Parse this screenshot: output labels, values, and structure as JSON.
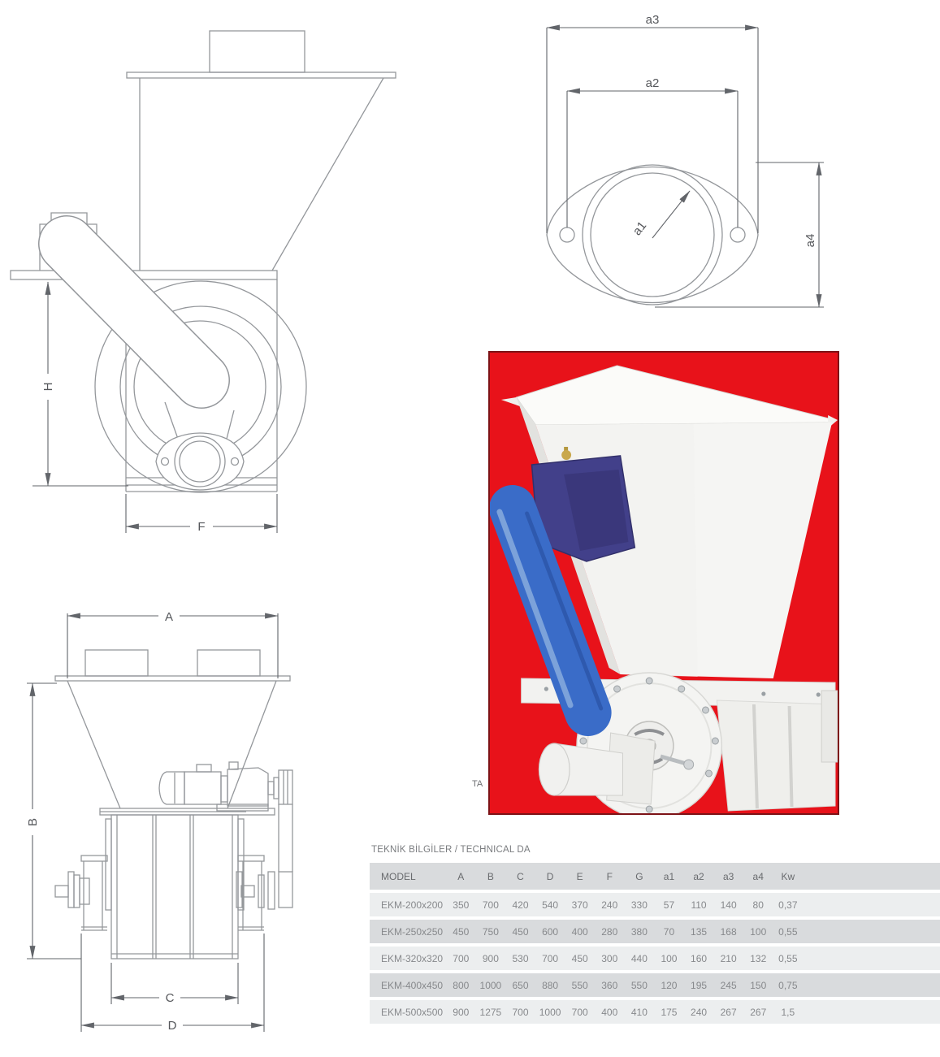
{
  "drawings": {
    "side_view": {
      "h_label": "H",
      "f_label": "F"
    },
    "front_view": {
      "a_label": "A",
      "b_label": "B",
      "c_label": "C",
      "d_label": "D"
    },
    "flange_view": {
      "a1_label": "a1",
      "a2_label": "a2",
      "a3_label": "a3",
      "a4_label": "a4"
    }
  },
  "photo": {
    "side_caption": "TA",
    "colors": {
      "background": "#e8121a",
      "border": "#7d1216",
      "belt_guard_blue": "#3a6cc8",
      "motor_navy": "#42408a",
      "machine_white": "#f4f4f2"
    }
  },
  "table": {
    "title": "TEKNİK BİLGİLER / TECHNICAL DA",
    "columns": [
      "MODEL",
      "A",
      "B",
      "C",
      "D",
      "E",
      "F",
      "G",
      "a1",
      "a2",
      "a3",
      "a4",
      "Kw"
    ],
    "rows": [
      [
        "EKM-200x200",
        "350",
        "700",
        "420",
        "540",
        "370",
        "240",
        "330",
        "57",
        "110",
        "140",
        "80",
        "0,37"
      ],
      [
        "EKM-250x250",
        "450",
        "750",
        "450",
        "600",
        "400",
        "280",
        "380",
        "70",
        "135",
        "168",
        "100",
        "0,55"
      ],
      [
        "EKM-320x320",
        "700",
        "900",
        "530",
        "700",
        "450",
        "300",
        "440",
        "100",
        "160",
        "210",
        "132",
        "0,55"
      ],
      [
        "EKM-400x450",
        "800",
        "1000",
        "650",
        "880",
        "550",
        "360",
        "550",
        "120",
        "195",
        "245",
        "150",
        "0,75"
      ],
      [
        "EKM-500x500",
        "900",
        "1275",
        "700",
        "1000",
        "700",
        "400",
        "410",
        "175",
        "240",
        "267",
        "267",
        "1,5"
      ]
    ]
  }
}
